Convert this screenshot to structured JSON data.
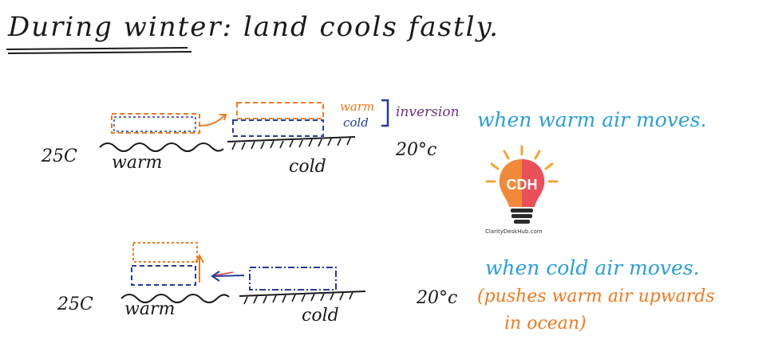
{
  "title": "During winter: land cools fastly.",
  "colors": {
    "ink": "#1a1a1a",
    "orange": "#f07a1e",
    "navy": "#263a9e",
    "purple": "#6e2f86",
    "sky": "#2a9fdc"
  },
  "diagram_top": {
    "left_temp": "25C",
    "right_temp": "20°c",
    "sea_label": "warm",
    "land_label": "cold",
    "layer_warm": "warm",
    "layer_cold": "cold",
    "inversion": "inversion",
    "caption": "when warm air moves."
  },
  "diagram_bottom": {
    "left_temp": "25C",
    "right_temp": "20°c",
    "sea_label": "warm",
    "land_label": "cold",
    "caption": "when cold air moves.",
    "note_line1": "(pushes warm air upwards",
    "note_line2": "in ocean)"
  },
  "logo": {
    "icon": "lightbulb-brain-icon",
    "initials": "CDH",
    "site": "ClarityDeskHub.com"
  }
}
